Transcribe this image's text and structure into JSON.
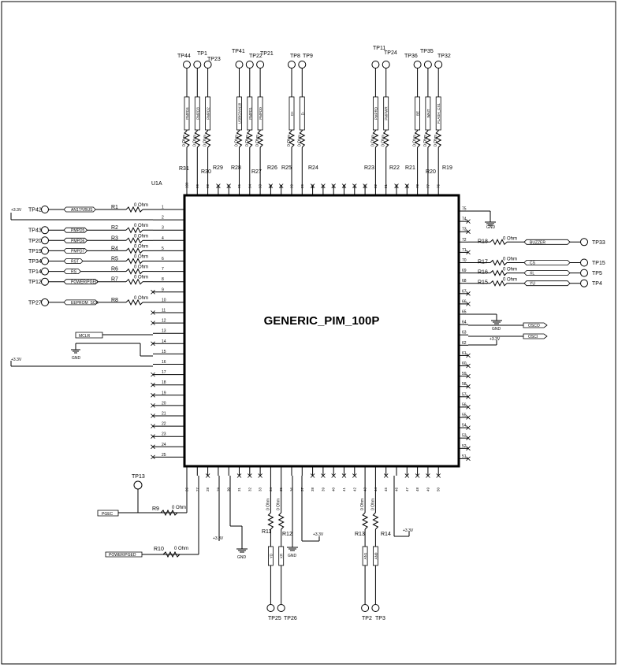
{
  "part": {
    "ref": "U1A",
    "name": "GENERIC_PIM_100P"
  },
  "power": {
    "v33": "+3.3V",
    "gnd": "GND",
    "ohm": "0 Ohm"
  },
  "left_conn": [
    {
      "pin": 1,
      "tp": "TP42",
      "res": "R1",
      "net": "AN17/VBUS"
    },
    {
      "pin": 3,
      "tp": "TP43",
      "res": "R2",
      "net": "PMPD5"
    },
    {
      "pin": 4,
      "tp": "TP20",
      "res": "R3",
      "net": "PMPD6"
    },
    {
      "pin": 5,
      "tp": "TP19",
      "res": "R4",
      "net": "PMPD7"
    },
    {
      "pin": 6,
      "tp": "TP34",
      "res": "R5",
      "net": "RST"
    },
    {
      "pin": 7,
      "tp": "TP14",
      "res": "R6",
      "net": "RS"
    },
    {
      "pin": 8,
      "tp": "TP12",
      "res": "R7",
      "net": "POWER/PGED"
    },
    {
      "pin": 10,
      "tp": "TP27",
      "res": "R8",
      "net": "EEPROM_SCK"
    }
  ],
  "left_misc": {
    "mclr": "MCLR"
  },
  "right_conn": [
    {
      "pin": 72,
      "tp": "TP33",
      "res": "R18",
      "net": "BUZZER"
    },
    {
      "pin": 70,
      "tp": "TP15",
      "res": "R17",
      "net": "CS"
    },
    {
      "pin": 69,
      "tp": "TP5",
      "res": "R16",
      "net": "XL"
    },
    {
      "pin": 68,
      "tp": "TP4",
      "res": "R15",
      "net": "YU"
    }
  ],
  "right_misc": {
    "osco": "OSCO",
    "osci": "OSCI"
  },
  "top_conn": [
    {
      "pin": 100,
      "tp": "TP44",
      "res": "R31",
      "net": "PMPD4"
    },
    {
      "pin": 99,
      "tp": "TP1",
      "res": "R30",
      "net": "PMPD3"
    },
    {
      "pin": 98,
      "tp": "TP23",
      "res": "R29",
      "net": "PMPD2"
    },
    {
      "pin": 95,
      "tp": "TP41",
      "res": "R28",
      "net": "USBID/AN18"
    },
    {
      "pin": 94,
      "tp": "TP22",
      "res": "R27",
      "net": "PMPD1"
    },
    {
      "pin": 93,
      "tp": "TP21",
      "res": "R26",
      "net": "PMPD0"
    },
    {
      "pin": 90,
      "tp": "TP8",
      "res": "R25",
      "net": "D+"
    },
    {
      "pin": 89,
      "tp": "TP9",
      "res": "R24",
      "net": "D-"
    },
    {
      "pin": 82,
      "tp": "TP11",
      "res": "R23",
      "net": "PMPRD"
    },
    {
      "pin": 81,
      "tp": "TP24",
      "res": "R22",
      "net": "PMPWR"
    },
    {
      "pin": 78,
      "tp": "TP36",
      "res": "R21",
      "net": "BE"
    },
    {
      "pin": 77,
      "tp": "TP35",
      "res": "R20",
      "net": "WAIT"
    },
    {
      "pin": 76,
      "tp": "TP32",
      "res": "R19",
      "net": "FLASH_CS1"
    }
  ],
  "bottom_conn": [
    {
      "pin": 34,
      "tp": "TP25",
      "res": "R11",
      "net": "YD"
    },
    {
      "pin": 35,
      "tp": "TP26",
      "res": "R12",
      "net": "XR"
    },
    {
      "pin": 43,
      "tp": "TP2",
      "res": "R13",
      "net": "AN1"
    },
    {
      "pin": 44,
      "tp": "TP3",
      "res": "R14",
      "net": "AN0"
    }
  ],
  "bottom_misc": {
    "tp13": "TP13",
    "r9": "R9",
    "pgec": "PGEC",
    "r10": "R10",
    "power_pged": "POWER/PGED"
  }
}
